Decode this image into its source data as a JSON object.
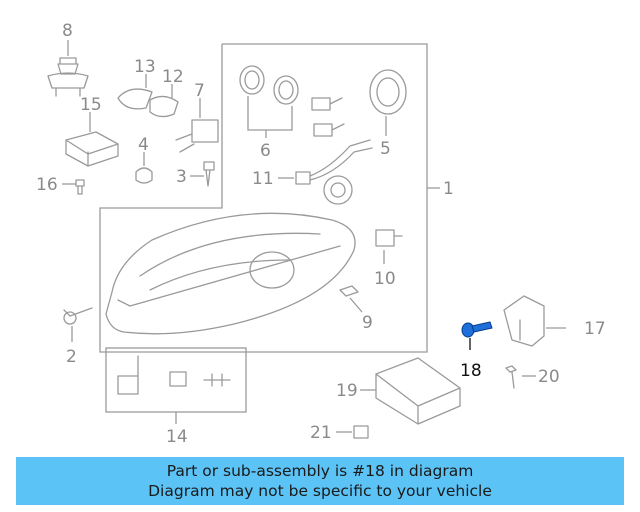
{
  "callouts": {
    "c1": "1",
    "c2": "2",
    "c3": "3",
    "c4": "4",
    "c5": "5",
    "c6": "6",
    "c7": "7",
    "c8": "8",
    "c9": "9",
    "c10": "10",
    "c11": "11",
    "c12": "12",
    "c13": "13",
    "c14": "14",
    "c15": "15",
    "c16": "16",
    "c17": "17",
    "c18": "18",
    "c19": "19",
    "c20": "20",
    "c21": "21"
  },
  "highlighted_part": "18",
  "colors": {
    "banner_bg": "#5bc3f5",
    "part_lines": "#9a9a9a",
    "highlight": "#1e6fd9"
  },
  "banner": {
    "line1": "Part or sub-assembly is #18 in diagram",
    "line2": "Diagram may not be specific to your vehicle"
  }
}
